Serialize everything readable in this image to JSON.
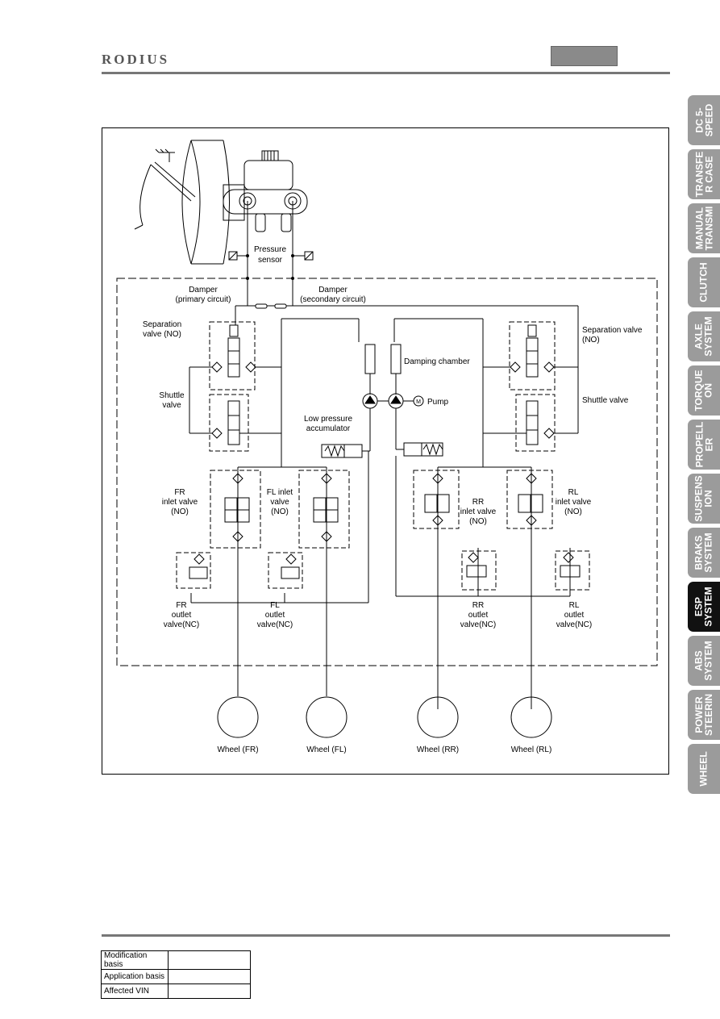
{
  "header": {
    "logo": "RODIUS"
  },
  "tabs": [
    {
      "label": "DC 5-\nSPEED",
      "active": false
    },
    {
      "label": "TRANSFE\nR CASE",
      "active": false
    },
    {
      "label": "MANUAL\nTRANSMI",
      "active": false
    },
    {
      "label": "CLUTCH",
      "active": false
    },
    {
      "label": "AXLE\nSYSTEM",
      "active": false
    },
    {
      "label": "TORQUE\nON",
      "active": false
    },
    {
      "label": "PROPELL\nER",
      "active": false
    },
    {
      "label": "SUSPENS\nION",
      "active": false
    },
    {
      "label": "BRAKS\nSYSTEM",
      "active": false
    },
    {
      "label": "ESP\nSYSTEM",
      "active": true
    },
    {
      "label": "ABS\nSYSTEM",
      "active": false
    },
    {
      "label": "POWER\nSTEERIN",
      "active": false
    },
    {
      "label": "WHEEL",
      "active": false
    }
  ],
  "diagram": {
    "pressure_sensor": [
      "Pressure",
      "sensor"
    ],
    "damper_primary": [
      "Damper",
      "(primary circuit)"
    ],
    "damper_secondary": [
      "Damper",
      "(secondary circuit)"
    ],
    "separation_left": [
      "Separation",
      "valve (NO)"
    ],
    "separation_right": [
      "Separation valve",
      "(NO)"
    ],
    "shuttle_left": [
      "Shuttle",
      "valve"
    ],
    "shuttle_right": "Shuttle valve",
    "damping_chamber": "Damping chamber",
    "pump": "Pump",
    "pump_symbol": "M",
    "low_pressure_accumulator": [
      "Low pressure",
      "accumulator"
    ],
    "fr_inlet": [
      "FR",
      "inlet valve",
      "(NO)"
    ],
    "fl_inlet": [
      "FL inlet",
      "valve",
      "(NO)"
    ],
    "rr_inlet": [
      "RR",
      "inlet valve",
      "(NO)"
    ],
    "rl_inlet": [
      "RL",
      "inlet valve",
      "(NO)"
    ],
    "fr_outlet": [
      "FR",
      "outlet",
      "valve(NC)"
    ],
    "fl_outlet": [
      "FL",
      "outlet",
      "valve(NC)"
    ],
    "rr_outlet": [
      "RR",
      "outlet",
      "valve(NC)"
    ],
    "rl_outlet": [
      "RL",
      "outlet",
      "valve(NC)"
    ],
    "wheels": [
      "Wheel (FR)",
      "Wheel (FL)",
      "Wheel (RR)",
      "Wheel (RL)"
    ]
  },
  "footer": {
    "rows": [
      {
        "label": "Modification basis",
        "value": ""
      },
      {
        "label": "Application basis",
        "value": ""
      },
      {
        "label": "Affected VIN",
        "value": ""
      }
    ]
  }
}
